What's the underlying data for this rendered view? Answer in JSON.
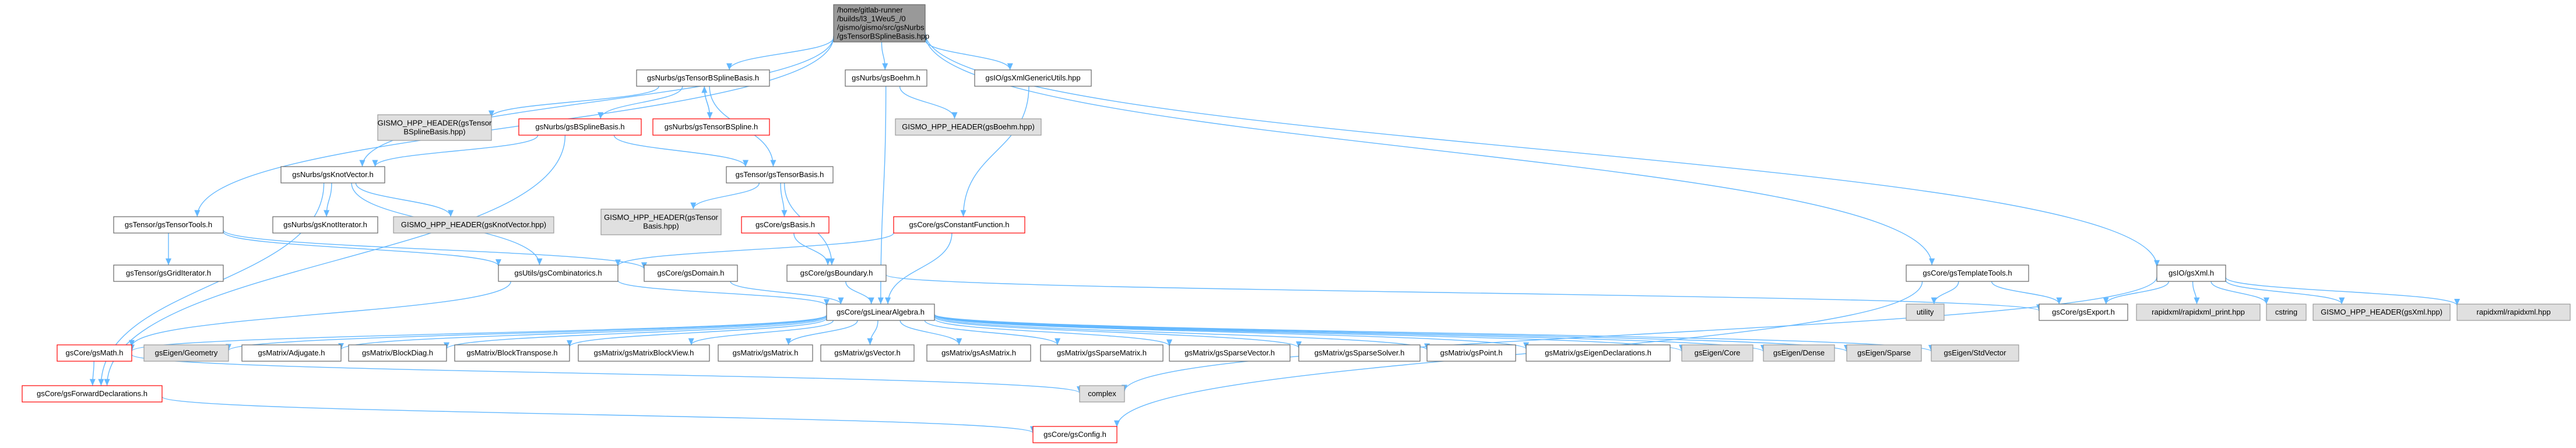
{
  "colors": {
    "edge": "#63b8ff",
    "root_fill": "#999999",
    "normal_fill": "#ffffff",
    "normal_stroke": "#666666",
    "gray_fill": "#e0e0e0",
    "gray_stroke": "#999999",
    "red_stroke": "#ff0000",
    "red_text": "#ff0000"
  },
  "nodes": [
    {
      "id": "root",
      "style": "root",
      "lines": [
        "/home/gitlab-runner",
        "/builds/l3_1Weu5_/0",
        "/gismo/gismo/src/gsNurbs",
        "/gsTensorBSplineBasis.hpp"
      ]
    },
    {
      "id": "tbb",
      "style": "normal",
      "lines": [
        "gsNurbs/gsTensorBSplineBasis.h"
      ]
    },
    {
      "id": "boehm",
      "style": "normal",
      "lines": [
        "gsNurbs/gsBoehm.h"
      ]
    },
    {
      "id": "xmlgen",
      "style": "normal",
      "lines": [
        "gsIO/gsXmlGenericUtils.hpp"
      ]
    },
    {
      "id": "hpp_tbb",
      "style": "gray",
      "lines": [
        "GISMO_HPP_HEADER(gsTensor",
        "BSplineBasis.hpp)"
      ]
    },
    {
      "id": "bsb",
      "style": "red",
      "lines": [
        "gsNurbs/gsBSplineBasis.h"
      ]
    },
    {
      "id": "tbs",
      "style": "red",
      "lines": [
        "gsNurbs/gsTensorBSpline.h"
      ]
    },
    {
      "id": "hpp_boehm",
      "style": "gray",
      "lines": [
        "GISMO_HPP_HEADER(gsBoehm.hpp)"
      ]
    },
    {
      "id": "knotvec",
      "style": "normal",
      "lines": [
        "gsNurbs/gsKnotVector.h"
      ]
    },
    {
      "id": "tensorbasis",
      "style": "normal",
      "lines": [
        "gsTensor/gsTensorBasis.h"
      ]
    },
    {
      "id": "constfunc",
      "style": "red",
      "lines": [
        "gsCore/gsConstantFunction.h"
      ]
    },
    {
      "id": "tensortools",
      "style": "normal",
      "lines": [
        "gsTensor/gsTensorTools.h"
      ]
    },
    {
      "id": "knotiter",
      "style": "normal",
      "lines": [
        "gsNurbs/gsKnotIterator.h"
      ]
    },
    {
      "id": "hpp_knot",
      "style": "gray",
      "lines": [
        "GISMO_HPP_HEADER(gsKnotVector.hpp)"
      ]
    },
    {
      "id": "hpp_tensorbasis",
      "style": "gray",
      "lines": [
        "GISMO_HPP_HEADER(gsTensor",
        "Basis.hpp)"
      ]
    },
    {
      "id": "basis",
      "style": "red",
      "lines": [
        "gsCore/gsBasis.h"
      ]
    },
    {
      "id": "templtools",
      "style": "normal",
      "lines": [
        "gsCore/gsTemplateTools.h"
      ]
    },
    {
      "id": "xml",
      "style": "normal",
      "lines": [
        "gsIO/gsXml.h"
      ]
    },
    {
      "id": "griditer",
      "style": "normal",
      "lines": [
        "gsTensor/gsGridIterator.h"
      ]
    },
    {
      "id": "combinatorics",
      "style": "normal",
      "lines": [
        "gsUtils/gsCombinatorics.h"
      ]
    },
    {
      "id": "domain",
      "style": "normal",
      "lines": [
        "gsCore/gsDomain.h"
      ]
    },
    {
      "id": "boundary",
      "style": "normal",
      "lines": [
        "gsCore/gsBoundary.h"
      ]
    },
    {
      "id": "utility",
      "style": "gray",
      "lines": [
        "utility"
      ]
    },
    {
      "id": "export",
      "style": "normal",
      "lines": [
        "gsCore/gsExport.h"
      ]
    },
    {
      "id": "rapid_print",
      "style": "gray",
      "lines": [
        "rapidxml/rapidxml_print.hpp"
      ]
    },
    {
      "id": "cstring",
      "style": "gray",
      "lines": [
        "cstring"
      ]
    },
    {
      "id": "hpp_xml",
      "style": "gray",
      "lines": [
        "GISMO_HPP_HEADER(gsXml.hpp)"
      ]
    },
    {
      "id": "rapid",
      "style": "gray",
      "lines": [
        "rapidxml/rapidxml.hpp"
      ]
    },
    {
      "id": "linalg",
      "style": "normal",
      "lines": [
        "gsCore/gsLinearAlgebra.h"
      ]
    },
    {
      "id": "math",
      "style": "red",
      "lines": [
        "gsCore/gsMath.h"
      ]
    },
    {
      "id": "eigen_geom",
      "style": "gray",
      "lines": [
        "gsEigen/Geometry"
      ]
    },
    {
      "id": "adjugate",
      "style": "normal",
      "lines": [
        "gsMatrix/Adjugate.h"
      ]
    },
    {
      "id": "blockdiag",
      "style": "normal",
      "lines": [
        "gsMatrix/BlockDiag.h"
      ]
    },
    {
      "id": "blocktransp",
      "style": "normal",
      "lines": [
        "gsMatrix/BlockTranspose.h"
      ]
    },
    {
      "id": "mbv",
      "style": "normal",
      "lines": [
        "gsMatrix/gsMatrixBlockView.h"
      ]
    },
    {
      "id": "matrix",
      "style": "normal",
      "lines": [
        "gsMatrix/gsMatrix.h"
      ]
    },
    {
      "id": "vector",
      "style": "normal",
      "lines": [
        "gsMatrix/gsVector.h"
      ]
    },
    {
      "id": "asmatrix",
      "style": "normal",
      "lines": [
        "gsMatrix/gsAsMatrix.h"
      ]
    },
    {
      "id": "spmatrix",
      "style": "normal",
      "lines": [
        "gsMatrix/gsSparseMatrix.h"
      ]
    },
    {
      "id": "spvector",
      "style": "normal",
      "lines": [
        "gsMatrix/gsSparseVector.h"
      ]
    },
    {
      "id": "spsolver",
      "style": "normal",
      "lines": [
        "gsMatrix/gsSparseSolver.h"
      ]
    },
    {
      "id": "point",
      "style": "normal",
      "lines": [
        "gsMatrix/gsPoint.h"
      ]
    },
    {
      "id": "eigendecl",
      "style": "normal",
      "lines": [
        "gsMatrix/gsEigenDeclarations.h"
      ]
    },
    {
      "id": "eigen_core",
      "style": "gray",
      "lines": [
        "gsEigen/Core"
      ]
    },
    {
      "id": "eigen_dense",
      "style": "gray",
      "lines": [
        "gsEigen/Dense"
      ]
    },
    {
      "id": "eigen_sparse",
      "style": "gray",
      "lines": [
        "gsEigen/Sparse"
      ]
    },
    {
      "id": "eigen_stdvec",
      "style": "gray",
      "lines": [
        "gsEigen/StdVector"
      ]
    },
    {
      "id": "fwd",
      "style": "red",
      "lines": [
        "gsCore/gsForwardDeclarations.h"
      ]
    },
    {
      "id": "complex",
      "style": "gray",
      "lines": [
        "complex"
      ]
    },
    {
      "id": "config",
      "style": "red",
      "lines": [
        "gsCore/gsConfig.h"
      ]
    }
  ],
  "edges": [
    [
      "root",
      "tbb"
    ],
    [
      "root",
      "boehm"
    ],
    [
      "root",
      "xmlgen"
    ],
    [
      "root",
      "knotvec"
    ],
    [
      "root",
      "tensortools"
    ],
    [
      "root",
      "templtools"
    ],
    [
      "root",
      "xml"
    ],
    [
      "tbb",
      "hpp_tbb"
    ],
    [
      "tbb",
      "bsb"
    ],
    [
      "tbb",
      "tbs"
    ],
    [
      "tbs",
      "tbb"
    ],
    [
      "tbb",
      "tensorbasis"
    ],
    [
      "boehm",
      "hpp_boehm"
    ],
    [
      "boehm",
      "linalg"
    ],
    [
      "xmlgen",
      "constfunc"
    ],
    [
      "bsb",
      "knotvec"
    ],
    [
      "bsb",
      "tensorbasis"
    ],
    [
      "bsb",
      "fwd"
    ],
    [
      "knotvec",
      "knotiter"
    ],
    [
      "knotvec",
      "hpp_knot"
    ],
    [
      "knotvec",
      "fwd"
    ],
    [
      "knotvec",
      "combinatorics"
    ],
    [
      "tensorbasis",
      "hpp_tensorbasis"
    ],
    [
      "tensorbasis",
      "basis"
    ],
    [
      "tensorbasis",
      "boundary"
    ],
    [
      "constfunc",
      "linalg"
    ],
    [
      "constfunc",
      "combinatorics"
    ],
    [
      "tensortools",
      "griditer"
    ],
    [
      "tensortools",
      "combinatorics"
    ],
    [
      "tensortools",
      "domain"
    ],
    [
      "basis",
      "boundary"
    ],
    [
      "combinatorics",
      "linalg"
    ],
    [
      "combinatorics",
      "math"
    ],
    [
      "domain",
      "linalg"
    ],
    [
      "boundary",
      "linalg"
    ],
    [
      "boundary",
      "export"
    ],
    [
      "templtools",
      "utility"
    ],
    [
      "templtools",
      "export"
    ],
    [
      "templtools",
      "config"
    ],
    [
      "xml",
      "export"
    ],
    [
      "xml",
      "rapid_print"
    ],
    [
      "xml",
      "cstring"
    ],
    [
      "xml",
      "hpp_xml"
    ],
    [
      "xml",
      "rapid"
    ],
    [
      "xml",
      "complex"
    ],
    [
      "linalg",
      "math"
    ],
    [
      "linalg",
      "eigen_geom"
    ],
    [
      "linalg",
      "adjugate"
    ],
    [
      "linalg",
      "blockdiag"
    ],
    [
      "linalg",
      "blocktransp"
    ],
    [
      "linalg",
      "mbv"
    ],
    [
      "linalg",
      "matrix"
    ],
    [
      "linalg",
      "vector"
    ],
    [
      "linalg",
      "asmatrix"
    ],
    [
      "linalg",
      "spmatrix"
    ],
    [
      "linalg",
      "spvector"
    ],
    [
      "linalg",
      "spsolver"
    ],
    [
      "linalg",
      "point"
    ],
    [
      "linalg",
      "eigendecl"
    ],
    [
      "linalg",
      "eigen_core"
    ],
    [
      "linalg",
      "eigen_dense"
    ],
    [
      "linalg",
      "eigen_sparse"
    ],
    [
      "linalg",
      "eigen_stdvec"
    ],
    [
      "math",
      "fwd"
    ],
    [
      "math",
      "complex"
    ],
    [
      "fwd",
      "config"
    ]
  ]
}
